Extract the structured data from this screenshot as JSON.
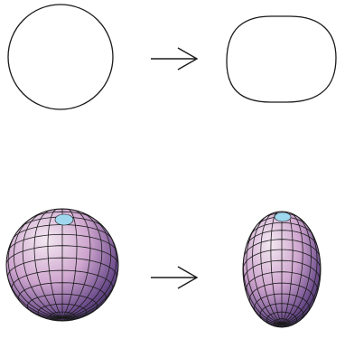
{
  "figure": {
    "description_free": true,
    "rows": [
      {
        "kind": "outline-2d",
        "from_shape": "circle",
        "to_shape": "rounded-horizontal-ellipse",
        "stroke_color": "#1a1a1a",
        "arrow_icon": "right-arrow-icon"
      },
      {
        "kind": "shaded-3d",
        "from_shape": "sphere",
        "to_shape": "prolate-ellipsoid",
        "arrow_icon": "right-arrow-icon",
        "colors": {
          "cap": "#9fd8ee",
          "highlight": "#f3e8f1",
          "mid": "#cfa6cf",
          "shadow": "#6a4a8a",
          "deep_shadow": "#2d2348",
          "mesh": "#1b1b1b"
        }
      }
    ]
  }
}
